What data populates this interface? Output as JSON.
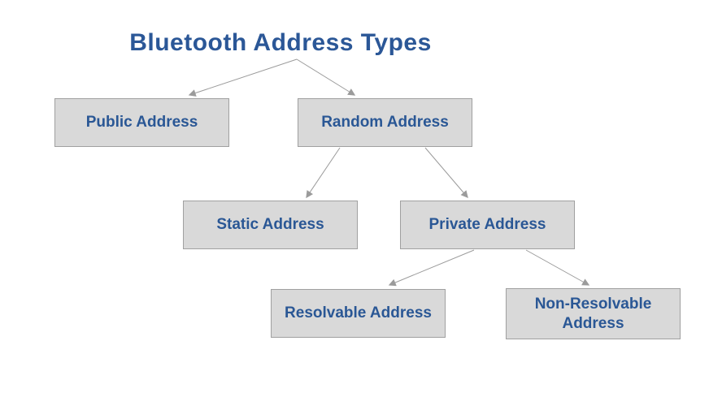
{
  "diagram": {
    "title": "Bluetooth Address Types",
    "nodes": [
      {
        "id": "public",
        "label": "Public Address"
      },
      {
        "id": "random",
        "label": "Random Address"
      },
      {
        "id": "static",
        "label": "Static Address"
      },
      {
        "id": "private",
        "label": "Private Address"
      },
      {
        "id": "resolvable",
        "label": "Resolvable Address"
      },
      {
        "id": "non_resolvable",
        "label": "Non-Resolvable Address"
      }
    ],
    "edges": [
      {
        "from": "title",
        "to": "public"
      },
      {
        "from": "title",
        "to": "random"
      },
      {
        "from": "random",
        "to": "static"
      },
      {
        "from": "random",
        "to": "private"
      },
      {
        "from": "private",
        "to": "resolvable"
      },
      {
        "from": "private",
        "to": "non_resolvable"
      }
    ],
    "colors": {
      "background": "#ffffff",
      "box_fill": "#d9d9d9",
      "box_border": "#a0a0a0",
      "label_text": "#2a5795",
      "title_text": "#2b5797",
      "arrow": "#9b9b9b"
    }
  }
}
